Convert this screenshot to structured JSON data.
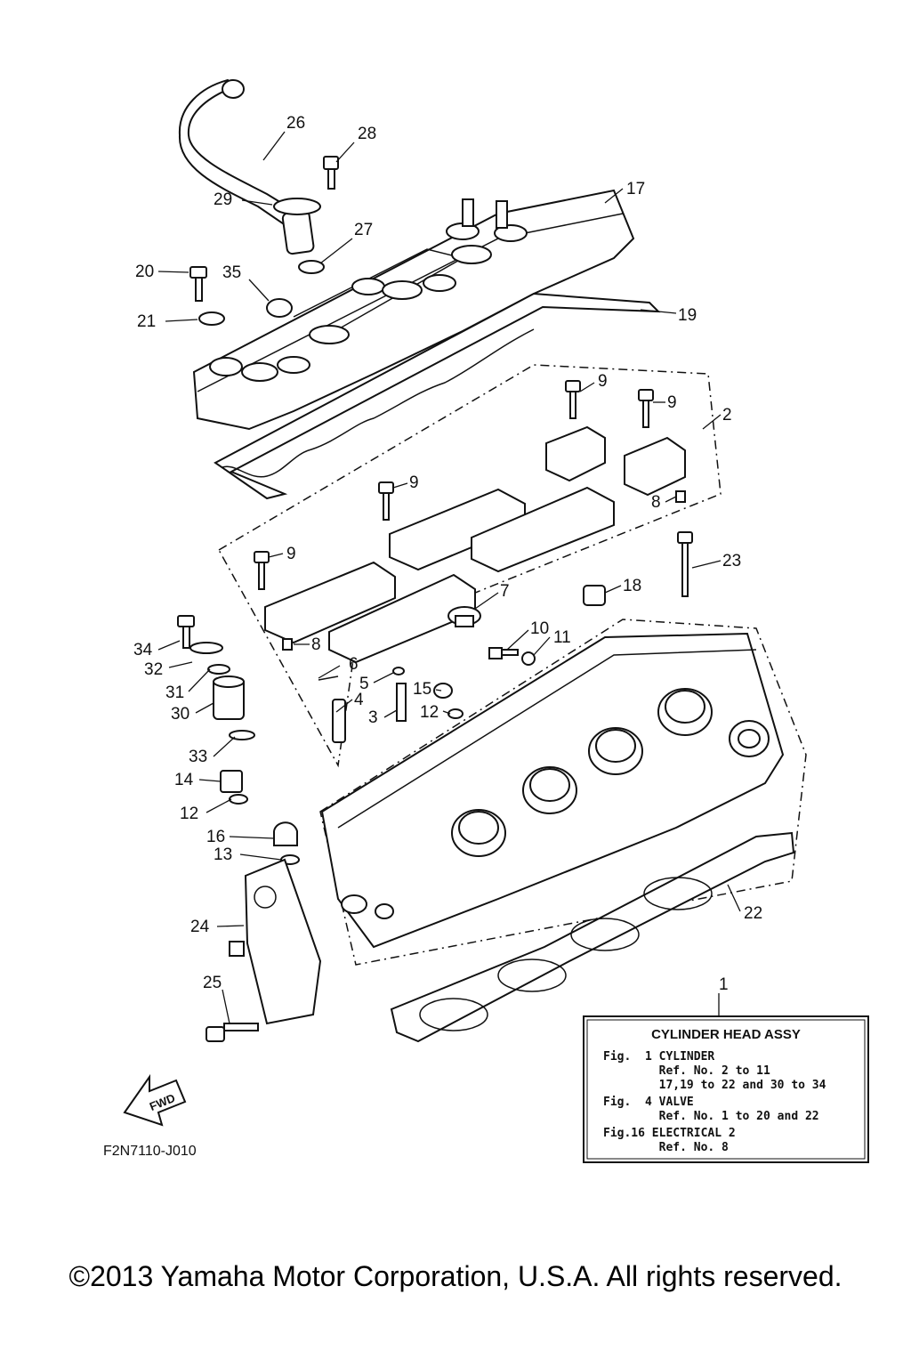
{
  "callouts": {
    "c1": "1",
    "c2": "2",
    "c3": "3",
    "c4": "4",
    "c5": "5",
    "c6": "6",
    "c7": "7",
    "c8a": "8",
    "c8b": "8",
    "c9a": "9",
    "c9b": "9",
    "c9c": "9",
    "c9d": "9",
    "c10": "10",
    "c11": "11",
    "c12a": "12",
    "c12b": "12",
    "c13": "13",
    "c14": "14",
    "c15": "15",
    "c16": "16",
    "c17": "17",
    "c18": "18",
    "c19": "19",
    "c20": "20",
    "c21": "21",
    "c22": "22",
    "c23": "23",
    "c24": "24",
    "c25": "25",
    "c26": "26",
    "c27": "27",
    "c28": "28",
    "c29": "29",
    "c30": "30",
    "c31": "31",
    "c32": "32",
    "c33": "33",
    "c34": "34",
    "c35": "35"
  },
  "legend": {
    "title": "CYLINDER HEAD ASSY",
    "lines": [
      "Fig.  1 CYLINDER",
      "        Ref. No. 2 to 11",
      "        17,19 to 22 and 30 to 34",
      "Fig.  4 VALVE",
      "        Ref. No. 1 to 20 and 22",
      "Fig.16 ELECTRICAL 2",
      "        Ref. No. 8"
    ]
  },
  "fwd_label": "FWD",
  "diagram_code": "F2N7110-J010",
  "copyright": "©2013 Yamaha Motor Corporation, U.S.A. All rights reserved."
}
